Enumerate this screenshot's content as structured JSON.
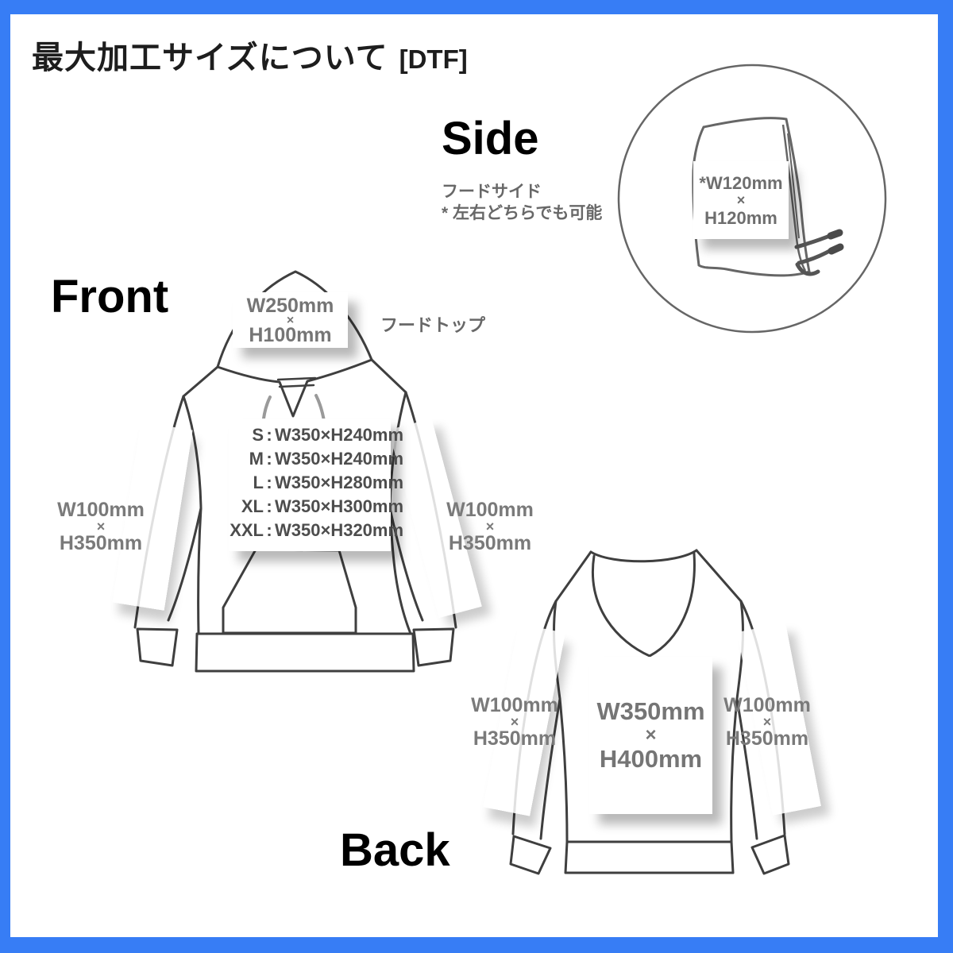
{
  "colors": {
    "accent_blue": "#377df5",
    "outline_gray": "#3f3f3f",
    "label_gray": "#7a7a7a",
    "list_gray": "#4d4d4d"
  },
  "title": {
    "text": "最大加工サイズについて",
    "tag": "[DTF]"
  },
  "sections": {
    "side": "Side",
    "front": "Front",
    "back": "Back"
  },
  "side": {
    "caption_line1": "フードサイド",
    "caption_line2": "* 左右どちらでも可能",
    "hood_label": {
      "w": "*W120mm",
      "x": "×",
      "h": "H120mm"
    }
  },
  "front": {
    "hood_caption": "フードトップ",
    "hood_label": {
      "w": "W250mm",
      "x": "×",
      "h": "H100mm"
    },
    "size_sep": ":",
    "size_list": [
      {
        "size": "S",
        "dims": "W350×H240mm"
      },
      {
        "size": "M",
        "dims": "W350×H240mm"
      },
      {
        "size": "L",
        "dims": "W350×H280mm"
      },
      {
        "size": "XL",
        "dims": "W350×H300mm"
      },
      {
        "size": "XXL",
        "dims": "W350×H320mm"
      }
    ],
    "left_sleeve": {
      "w": "W100mm",
      "x": "×",
      "h": "H350mm"
    },
    "right_sleeve": {
      "w": "W100mm",
      "x": "×",
      "h": "H350mm"
    }
  },
  "back": {
    "print_label": {
      "w": "W350mm",
      "x": "×",
      "h": "H400mm"
    },
    "left_sleeve": {
      "w": "W100mm",
      "x": "×",
      "h": "H350mm"
    },
    "right_sleeve": {
      "w": "W100mm",
      "x": "×",
      "h": "H350mm"
    }
  }
}
